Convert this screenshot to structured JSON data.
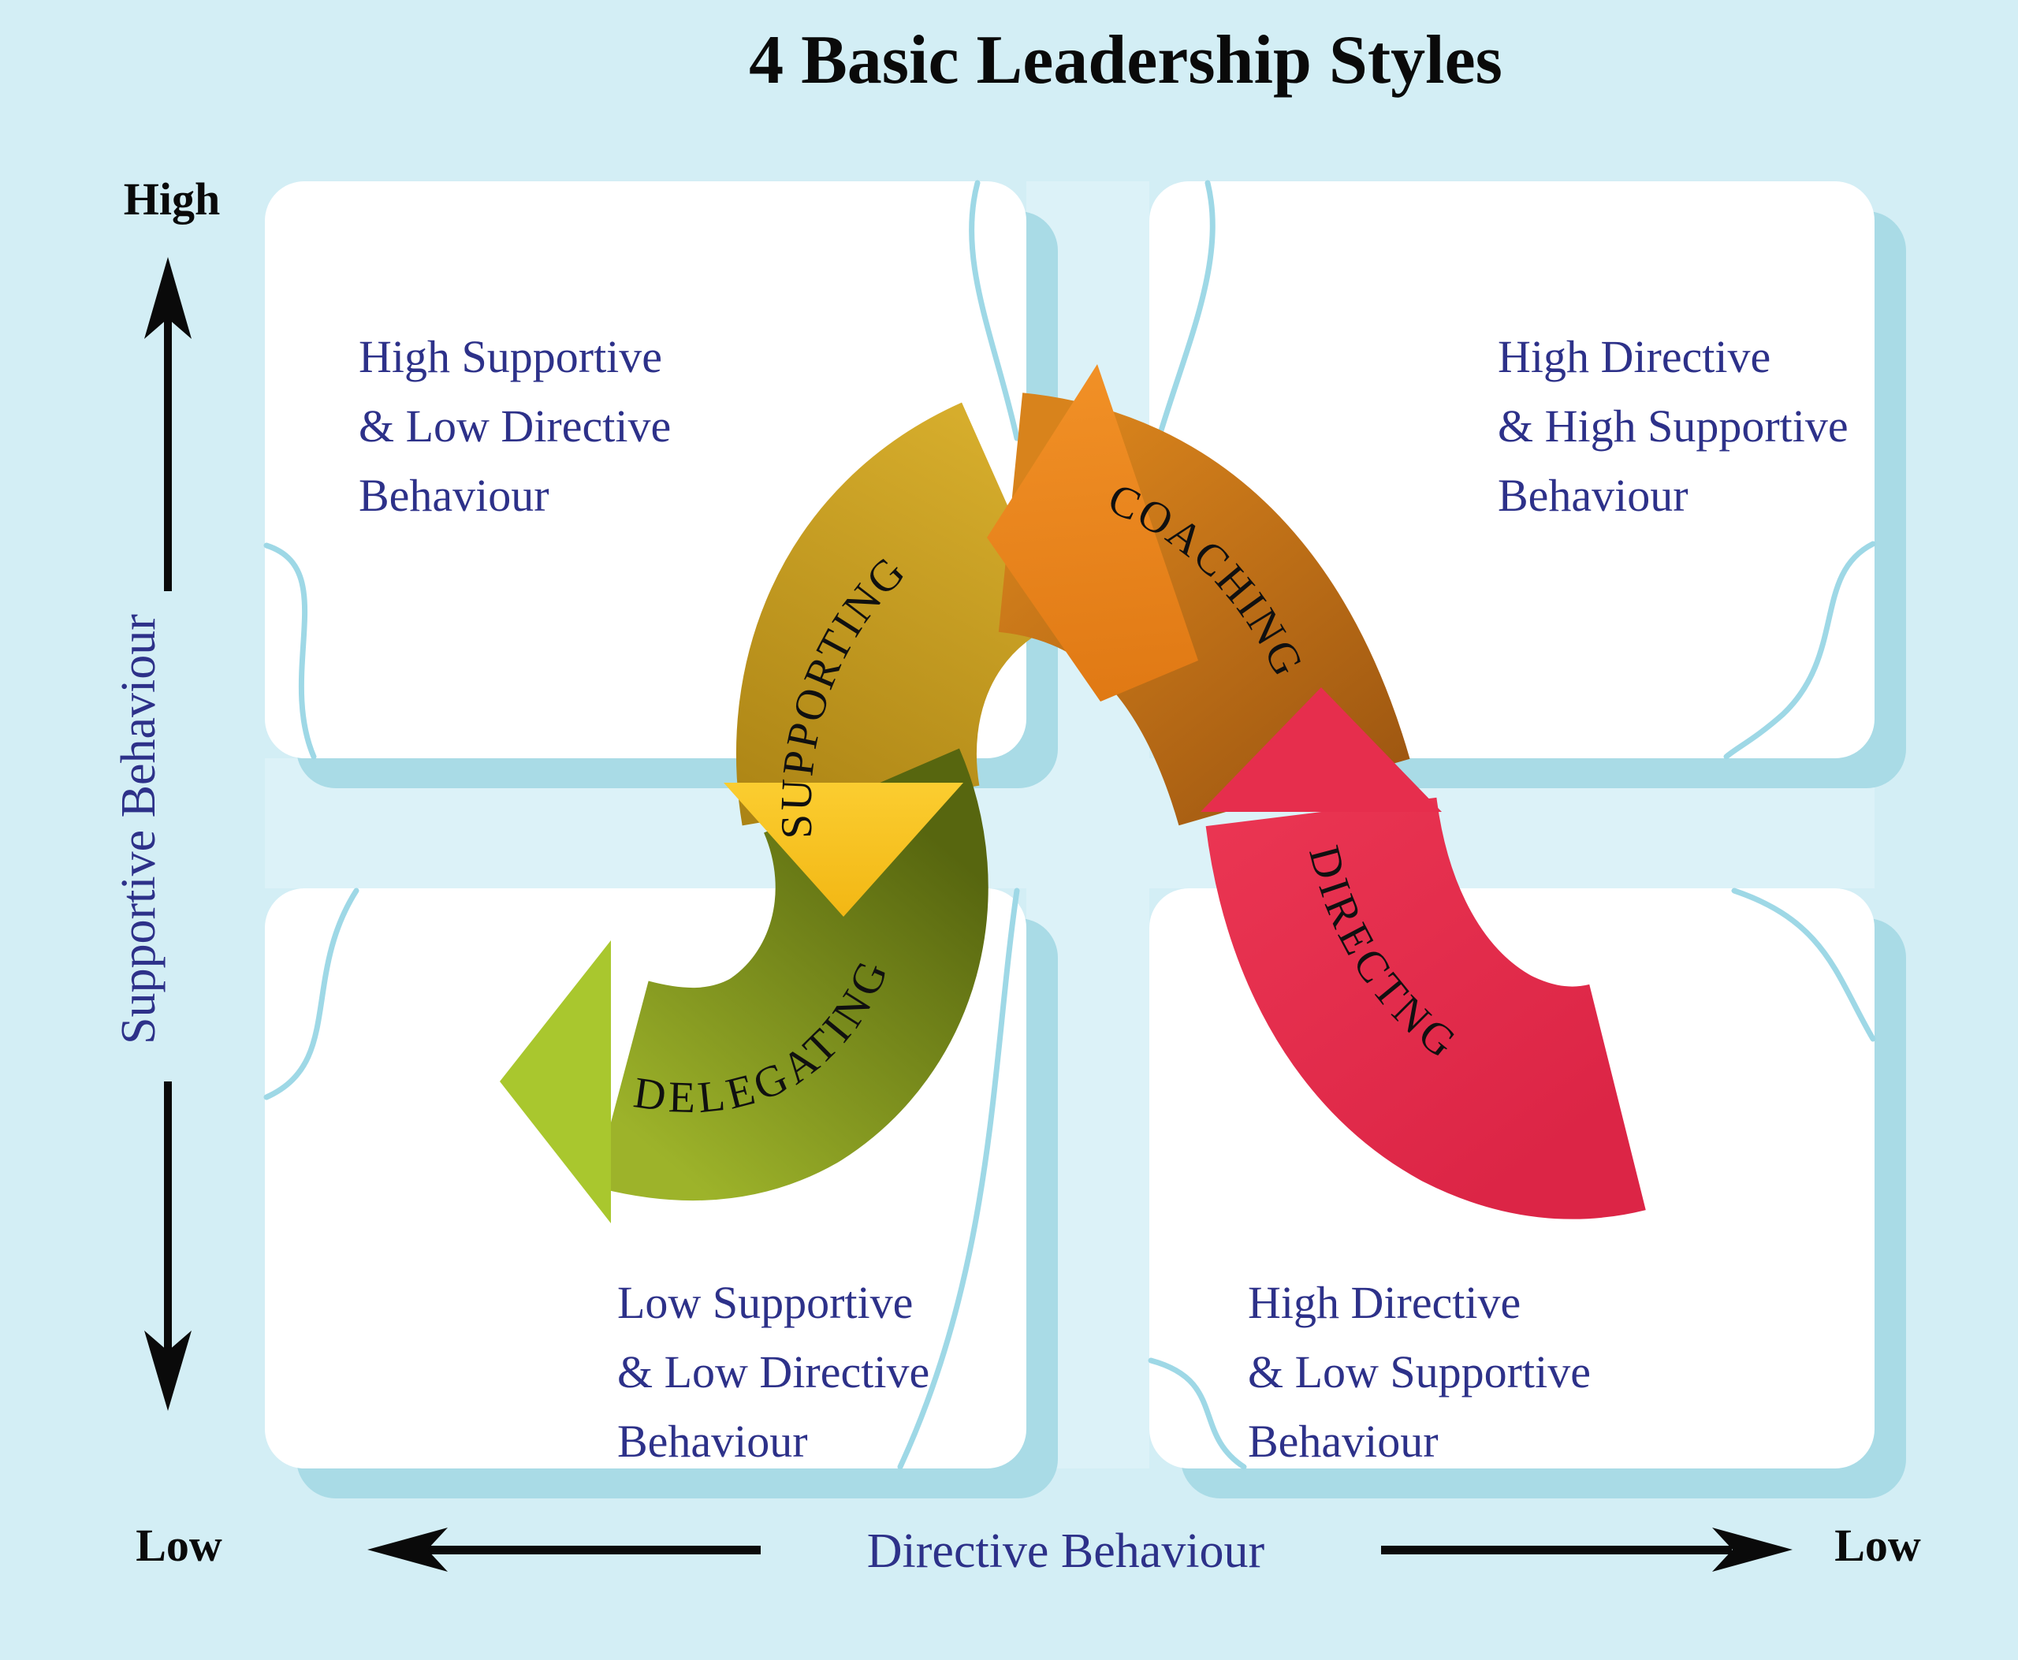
{
  "title": "4 Basic Leadership Styles",
  "quadrants": {
    "top_left": {
      "lines": [
        "High Supportive",
        "& Low Directive",
        "Behaviour"
      ]
    },
    "top_right": {
      "lines": [
        "High Directive",
        "& High Supportive",
        "Behaviour"
      ]
    },
    "bottom_left": {
      "lines": [
        "Low Supportive",
        "& Low Directive",
        "Behaviour"
      ]
    },
    "bottom_right": {
      "lines": [
        "High Directive",
        "& Low Supportive",
        "Behaviour"
      ]
    }
  },
  "bands": {
    "supporting": "SUPPORTING",
    "coaching": "COACHING",
    "delegating": "DELEGATING",
    "directing": "DIRECTNG"
  },
  "axes": {
    "y": {
      "top_label": "High",
      "title": "Supportive Behaviour",
      "bottom_label": "Low"
    },
    "x": {
      "left_label": "Low",
      "title": "Directive Behaviour",
      "right_label": "Low"
    }
  },
  "colors": {
    "background": "#d3eef5",
    "card": "#ffffff",
    "card_shadow": "#a9dbe6",
    "squiggle": "#9ed8e6",
    "navy_text": "#2d3189",
    "gold_band": "#c49a1e",
    "orange_band": "#c1711a",
    "orange_arrowhead": "#ee8a1f",
    "yellow_arrowhead": "#f9c623",
    "green_band": "#7d9120",
    "green_arrowhead": "#a9c72e",
    "red_band": "#e62e4d",
    "black": "#0a0a0a"
  }
}
